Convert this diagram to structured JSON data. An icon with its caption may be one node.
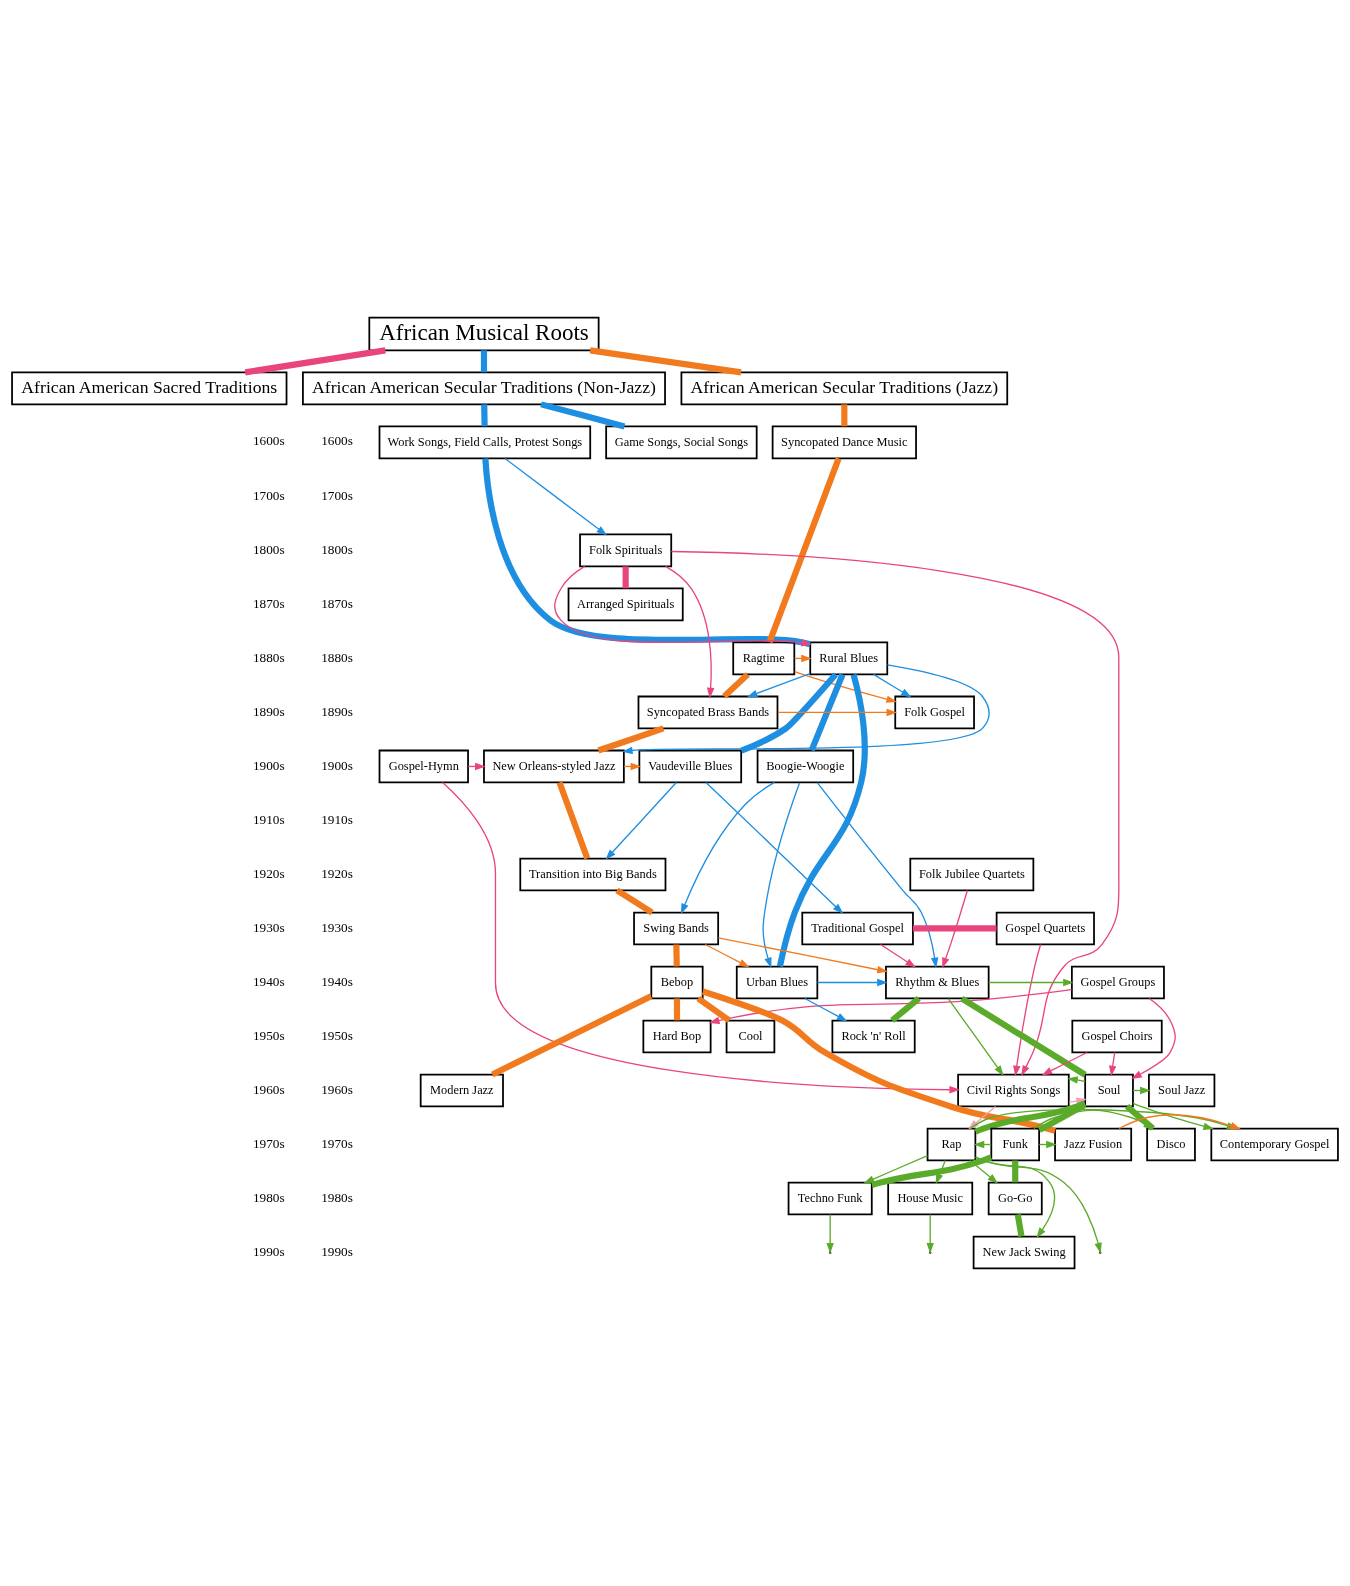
{
  "diagram": {
    "nodes": [
      {
        "text": [
          "African Musical Roots"
        ]
      },
      {
        "text": [
          "African American Sacred Traditions"
        ]
      },
      {
        "text": [
          "African American Secular Traditions (Non-Jazz)"
        ]
      },
      {
        "text": [
          "African American Secular Traditions (Jazz)"
        ]
      },
      {
        "text": [
          "Work Songs, Field Calls, Protest Songs"
        ]
      },
      {
        "text": [
          "Game Songs, Social Songs"
        ]
      },
      {
        "text": [
          "Syncopated Dance Music"
        ]
      },
      {
        "text": [
          "Folk Spirituals"
        ]
      },
      {
        "text": [
          "Arranged Spirituals"
        ]
      },
      {
        "text": [
          "Ragtime"
        ]
      },
      {
        "text": [
          "Rural Blues"
        ]
      },
      {
        "text": [
          "Folk Gospel"
        ]
      },
      {
        "text": [
          "Syncopated Brass Bands"
        ]
      },
      {
        "text": [
          "Gospel-Hymn"
        ]
      },
      {
        "text": [
          "Vaudeville Blues"
        ]
      },
      {
        "text": [
          "Boogie-Woogie"
        ]
      },
      {
        "text": [
          "New Orleans-styled Jazz"
        ]
      },
      {
        "text": [
          "Folk Jubilee Quartets"
        ]
      },
      {
        "text": [
          "Transition into Big Bands"
        ]
      },
      {
        "text": [
          "Traditional Gospel"
        ]
      },
      {
        "text": [
          "Gospel Quartets"
        ]
      },
      {
        "text": [
          "Swing Bands"
        ]
      },
      {
        "text": [
          "Gospel Groups"
        ]
      },
      {
        "text": [
          "Urban Blues"
        ]
      },
      {
        "text": [
          "Rhythm & Blues"
        ]
      },
      {
        "text": [
          "Bebop"
        ]
      },
      {
        "text": [
          "Gospel Choirs"
        ]
      },
      {
        "text": [
          "Rock 'n' Roll"
        ]
      },
      {
        "text": [
          "Hard Bop"
        ]
      },
      {
        "text": [
          "Cool"
        ]
      },
      {
        "text": [
          "Civil Rights Songs"
        ]
      },
      {
        "text": [
          "Soul"
        ]
      },
      {
        "text": [
          "Soul Jazz"
        ]
      },
      {
        "text": [
          "Modern Jazz"
        ]
      },
      {
        "text": [
          "Contemporary Gospel"
        ]
      },
      {
        "text": [
          "Disco"
        ]
      },
      {
        "text": [
          "Rap"
        ]
      },
      {
        "text": [
          "Funk"
        ]
      },
      {
        "text": [
          "Jazz Fusion"
        ]
      },
      {
        "text": [
          "Techno Funk"
        ]
      },
      {
        "text": [
          "Go-Go"
        ]
      },
      {
        "text": [
          "House Music"
        ]
      },
      {
        "text": [
          "New Jack Swing"
        ]
      }
    ],
    "edges": [
      {
        "from": 0,
        "to": 1,
        "arrow": "none",
        "style": "thick",
        "color": "#e8457f"
      },
      {
        "from": 0,
        "to": 2,
        "arrow": "none",
        "style": "thick",
        "color": "#1e8ee0"
      },
      {
        "from": 0,
        "to": 3,
        "arrow": "none",
        "style": "thick",
        "color": "#f27a1e"
      },
      {
        "from": 2,
        "to": 4,
        "arrow": "none",
        "style": "thick",
        "color": "#1e8ee0"
      },
      {
        "from": 2,
        "to": 5,
        "arrow": "none",
        "style": "thick",
        "color": "#1e8ee0"
      },
      {
        "from": 3,
        "to": 6,
        "arrow": "none",
        "style": "thick",
        "color": "#f27a1e"
      },
      {
        "from": 7,
        "to": 8,
        "arrow": "none",
        "style": "thick",
        "color": "#e8457f"
      },
      {
        "from": 4,
        "to": 10,
        "arrow": "none",
        "style": "thick",
        "color": "#1e8ee0"
      },
      {
        "from": 10,
        "to": 14,
        "arrow": "none",
        "style": "thick",
        "color": "#1e8ee0"
      },
      {
        "from": 10,
        "to": 15,
        "arrow": "none",
        "style": "thick",
        "color": "#1e8ee0"
      },
      {
        "from": 10,
        "to": 23,
        "arrow": "none",
        "style": "thick",
        "color": "#1e8ee0"
      },
      {
        "from": 6,
        "to": 9,
        "arrow": "none",
        "style": "thick",
        "color": "#f27a1e"
      },
      {
        "from": 9,
        "to": 12,
        "arrow": "none",
        "style": "thick",
        "color": "#f27a1e"
      },
      {
        "from": 12,
        "to": 16,
        "arrow": "none",
        "style": "thick",
        "color": "#f27a1e"
      },
      {
        "from": 16,
        "to": 18,
        "arrow": "none",
        "style": "thick",
        "color": "#f27a1e"
      },
      {
        "from": 18,
        "to": 21,
        "arrow": "none",
        "style": "thick",
        "color": "#f27a1e"
      },
      {
        "from": 21,
        "to": 25,
        "arrow": "none",
        "style": "thick",
        "color": "#f27a1e"
      },
      {
        "from": 25,
        "to": 28,
        "arrow": "none",
        "style": "thick",
        "color": "#f27a1e"
      },
      {
        "from": 25,
        "to": 29,
        "arrow": "none",
        "style": "thick",
        "color": "#f27a1e"
      },
      {
        "from": 25,
        "to": 33,
        "arrow": "none",
        "style": "thick",
        "color": "#f27a1e"
      },
      {
        "from": 25,
        "to": 38,
        "arrow": "none",
        "style": "thick",
        "color": "#f27a1e"
      },
      {
        "from": 19,
        "to": 20,
        "arrow": "none",
        "style": "thick",
        "color": "#e8457f"
      },
      {
        "from": 24,
        "to": 27,
        "arrow": "none",
        "style": "thick",
        "color": "#5bab2a"
      },
      {
        "from": 24,
        "to": 31,
        "arrow": "none",
        "style": "thick",
        "color": "#5bab2a"
      },
      {
        "from": 31,
        "to": 35,
        "arrow": "none",
        "style": "thick",
        "color": "#5bab2a"
      },
      {
        "from": 31,
        "to": 36,
        "arrow": "none",
        "style": "thick",
        "color": "#5bab2a"
      },
      {
        "from": 31,
        "to": 37,
        "arrow": "none",
        "style": "thick",
        "color": "#5bab2a"
      },
      {
        "from": 37,
        "to": 39,
        "arrow": "none",
        "style": "thick",
        "color": "#5bab2a"
      },
      {
        "from": 37,
        "to": 40,
        "arrow": "none",
        "style": "thick",
        "color": "#5bab2a"
      },
      {
        "from": 40,
        "to": 42,
        "arrow": "none",
        "style": "thick",
        "color": "#5bab2a"
      },
      {
        "from": 4,
        "to": 7,
        "arrow": "to",
        "color": "#1e8ee0"
      },
      {
        "from": 7,
        "to": 10,
        "arrow": "to",
        "color": "#e8457f"
      },
      {
        "from": 7,
        "to": 12,
        "arrow": "to",
        "color": "#e8457f"
      },
      {
        "from": 7,
        "to": 30,
        "arrow": "to",
        "color": "#e8457f"
      },
      {
        "from": 9,
        "to": 10,
        "arrow": "to",
        "color": "#f27a1e"
      },
      {
        "from": 9,
        "to": 11,
        "arrow": "to",
        "color": "#f27a1e"
      },
      {
        "from": 12,
        "to": 11,
        "arrow": "to",
        "color": "#f27a1e"
      },
      {
        "from": 16,
        "to": 14,
        "arrow": "to",
        "color": "#f27a1e"
      },
      {
        "from": 10,
        "to": 11,
        "arrow": "to",
        "color": "#1e8ee0"
      },
      {
        "from": 10,
        "to": 12,
        "arrow": "to",
        "color": "#1e8ee0"
      },
      {
        "from": 10,
        "to": 16,
        "arrow": "to",
        "color": "#1e8ee0"
      },
      {
        "from": 13,
        "to": 16,
        "arrow": "to",
        "color": "#e8457f"
      },
      {
        "from": 13,
        "to": 30,
        "arrow": "to",
        "color": "#e8457f"
      },
      {
        "from": 14,
        "to": 19,
        "arrow": "to",
        "color": "#1e8ee0"
      },
      {
        "from": 14,
        "to": 18,
        "arrow": "to",
        "color": "#1e8ee0"
      },
      {
        "from": 15,
        "to": 21,
        "arrow": "to",
        "color": "#1e8ee0"
      },
      {
        "from": 15,
        "to": 23,
        "arrow": "to",
        "color": "#1e8ee0"
      },
      {
        "from": 15,
        "to": 24,
        "arrow": "to",
        "color": "#1e8ee0"
      },
      {
        "from": 17,
        "to": 24,
        "arrow": "to",
        "color": "#e8457f"
      },
      {
        "from": 19,
        "to": 24,
        "arrow": "to",
        "color": "#e8457f"
      },
      {
        "from": 20,
        "to": 30,
        "arrow": "to",
        "color": "#e8457f"
      },
      {
        "from": 21,
        "to": 23,
        "arrow": "to",
        "color": "#f27a1e"
      },
      {
        "from": 21,
        "to": 24,
        "arrow": "to",
        "color": "#f27a1e"
      },
      {
        "from": 24,
        "to": 22,
        "arrow": "to",
        "color": "#5bab2a"
      },
      {
        "from": 23,
        "to": 24,
        "arrow": "to",
        "color": "#1e8ee0"
      },
      {
        "from": 23,
        "to": 27,
        "arrow": "to",
        "color": "#1e8ee0"
      },
      {
        "from": 22,
        "to": 28,
        "arrow": "to",
        "color": "#e8457f"
      },
      {
        "from": 22,
        "to": 31,
        "arrow": "to",
        "color": "#e8457f"
      },
      {
        "from": 24,
        "to": 30,
        "arrow": "to",
        "color": "#5bab2a"
      },
      {
        "from": 26,
        "to": 30,
        "arrow": "to",
        "color": "#e8457f"
      },
      {
        "from": 26,
        "to": 31,
        "arrow": "to",
        "color": "#e8457f"
      },
      {
        "from": 30,
        "to": 31,
        "arrow": "to",
        "color": "#f0a0b4"
      },
      {
        "from": 30,
        "to": 36,
        "arrow": "to",
        "color": "#f0a0b4"
      },
      {
        "from": 31,
        "to": 30,
        "arrow": "to",
        "color": "#5bab2a"
      },
      {
        "from": 31,
        "to": 32,
        "arrow": "to",
        "color": "#5bab2a"
      },
      {
        "from": 31,
        "to": 34,
        "arrow": "to",
        "color": "#5bab2a"
      },
      {
        "from": 37,
        "to": 35,
        "arrow": "to",
        "color": "#5bab2a"
      },
      {
        "from": 37,
        "to": 36,
        "arrow": "to",
        "color": "#5bab2a"
      },
      {
        "from": 37,
        "to": 38,
        "arrow": "to",
        "color": "#5bab2a"
      },
      {
        "from": 38,
        "to": 34,
        "arrow": "to",
        "color": "#f27a1e"
      },
      {
        "from": 36,
        "to": 34,
        "arrow": "to",
        "color": "#5bab2a"
      },
      {
        "from": 36,
        "to": 39,
        "arrow": "to",
        "color": "#5bab2a"
      },
      {
        "from": 36,
        "to": 41,
        "arrow": "to",
        "color": "#5bab2a"
      },
      {
        "from": 36,
        "to": 40,
        "arrow": "to",
        "color": "#5bab2a"
      },
      {
        "from": 36,
        "to": 42,
        "arrow": "to",
        "color": "#5bab2a"
      },
      {
        "from": 36,
        "to": null,
        "arrow": "to",
        "color": "#5bab2a"
      },
      {
        "from": 39,
        "to": null,
        "arrow": "to",
        "color": "#5bab2a"
      },
      {
        "from": 41,
        "to": null,
        "arrow": "to",
        "color": "#5bab2a"
      }
    ],
    "labels": [
      "1600s",
      "1600s",
      "1700s",
      "1700s",
      "1800s",
      "1800s",
      "1870s",
      "1870s",
      "1880s",
      "1880s",
      "1890s",
      "1890s",
      "1900s",
      "1900s",
      "1910s",
      "1910s",
      "1920s",
      "1920s",
      "1930s",
      "1930s",
      "1940s",
      "1940s",
      "1950s",
      "1950s",
      "1960s",
      "1960s",
      "1970s",
      "1970s",
      "1980s",
      "1980s",
      "1990s",
      "1990s"
    ]
  }
}
